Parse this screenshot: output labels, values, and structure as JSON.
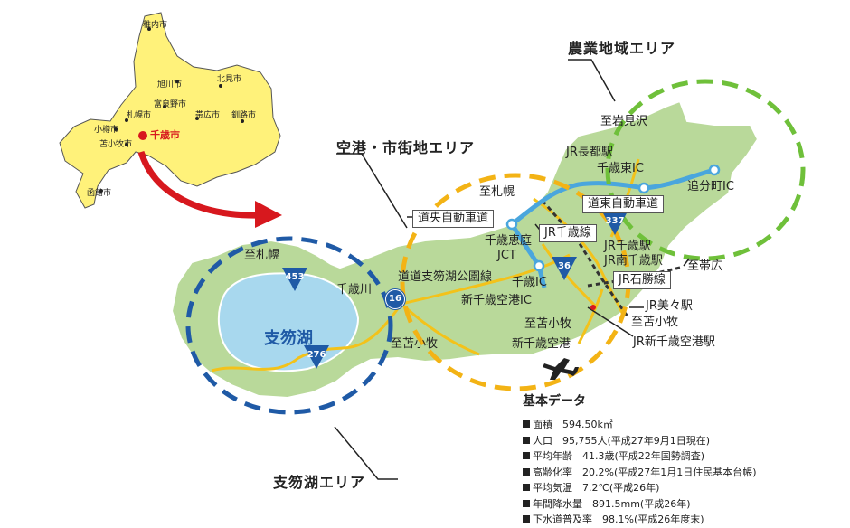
{
  "colors": {
    "land": "#b9d99a",
    "hokkaido": "#fff27a",
    "lake": "#a8d8ee",
    "airport_area": "#f3b315",
    "agri_area": "#6fc03a",
    "lake_area": "#1f5aa6",
    "expressway": "#4aa6dd",
    "road": "#f3c21a",
    "arrow": "#d7181e"
  },
  "hokkaido_cities": [
    {
      "name": "稚内市"
    },
    {
      "name": "旭川市"
    },
    {
      "name": "北見市"
    },
    {
      "name": "富良野市"
    },
    {
      "name": "札幌市"
    },
    {
      "name": "帯広市"
    },
    {
      "name": "釧路市"
    },
    {
      "name": "小樽市"
    },
    {
      "name": "苫小牧市"
    },
    {
      "name": "函館市"
    }
  ],
  "highlight_city": "千歳市",
  "areas": {
    "agri": "農業地域エリア",
    "airport": "空港・市街地エリア",
    "lake": "支笏湖エリア"
  },
  "lake_name": "支笏湖",
  "route_shields": [
    "453",
    "276",
    "16",
    "36",
    "337"
  ],
  "labels": {
    "to_sapporo_w": "至札幌",
    "chitose_river": "千歳川",
    "to_tomakomai_w": "至苫小牧",
    "to_sapporo_c": "至札幌",
    "road_park": "道道支笏湖公園線",
    "chitose_eniwa": "千歳恵庭",
    "jct": "JCT",
    "chitose_ic": "千歳IC",
    "new_airport_ic": "新千歳空港IC",
    "to_tomakomai_c": "至苫小牧",
    "new_airport": "新千歳空港",
    "to_iwamizawa": "至岩見沢",
    "jr_osatsu": "JR長都駅",
    "chitose_higashi_ic": "千歳東IC",
    "oiwake_ic": "追分町IC",
    "jr_chitose": "JR千歳駅",
    "jr_minami_chitose": "JR南千歳駅",
    "to_obihiro": "至帯広",
    "jr_bibi": "JR美々駅",
    "to_tomakomai_e": "至苫小牧",
    "jr_new_airport": "JR新千歳空港駅"
  },
  "boxed_labels": {
    "doo_expressway": "道央自動車道",
    "jr_chitose_line": "JR千歳線",
    "doto_expressway": "道東自動車道",
    "jr_sekisho_line": "JR石勝線"
  },
  "basic_data": {
    "title": "基本データ",
    "rows": [
      "面積　594.50k㎡",
      "人口　95,755人(平成27年9月1日現在)",
      "平均年齢　41.3歳(平成22年国勢調査)",
      "高齢化率　20.2%(平成27年1月1日住民基本台帳)",
      "平均気温　7.2℃(平成26年)",
      "年間降水量　891.5mm(平成26年)",
      "下水道普及率　98.1%(平成26年度末)"
    ]
  }
}
